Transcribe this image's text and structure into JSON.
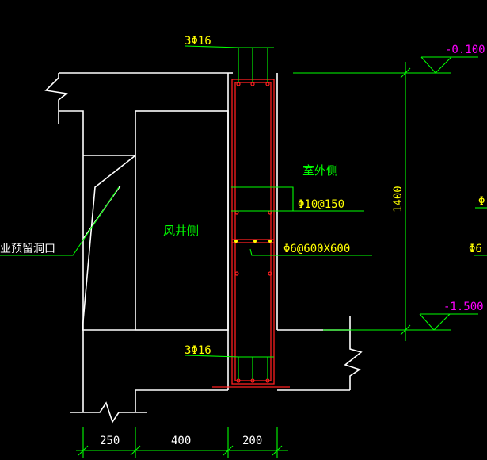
{
  "labels": {
    "bar_top": "3Φ16",
    "bar_bottom": "3Φ16",
    "outdoor_side": "室外侧",
    "rebar_horizontal": "Φ10@150",
    "rebar_ties": "Φ6@600X600",
    "shaft_side": "风井侧",
    "reserved_hole": "专业预留洞口",
    "dim_height": "1400",
    "elev_top": "-0.100",
    "elev_bottom": "-1.500",
    "dim_250": "250",
    "dim_400": "400",
    "dim_200": "200",
    "edge_phi_top": "Φ",
    "edge_phi_bottom": "Φ6"
  },
  "colors": {
    "background": "#000000",
    "outline": "#ffffff",
    "rebar": "#ff2020",
    "dimension": "#00ff00",
    "text_chinese": "#ffff00",
    "elevation": "#ff00ff"
  }
}
